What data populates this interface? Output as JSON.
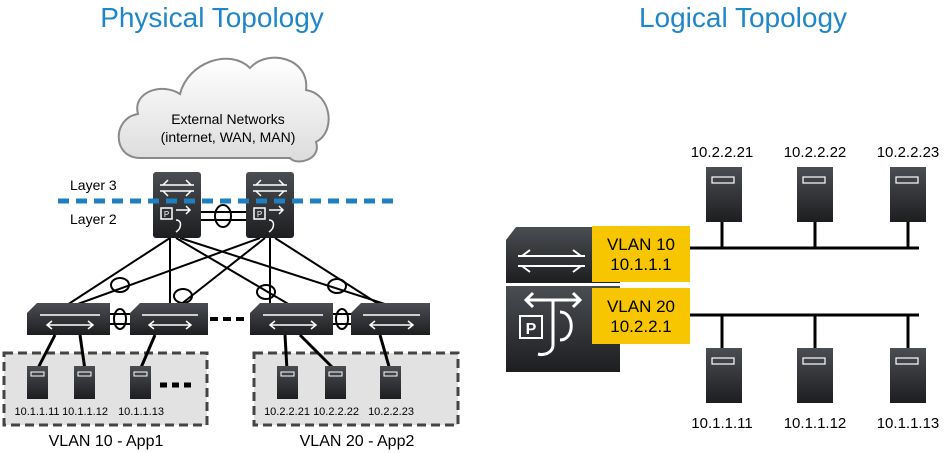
{
  "physical": {
    "title": "Physical Topology",
    "cloud_line1": "External Networks",
    "cloud_line2": "(internet, WAN, MAN)",
    "layer3": "Layer 3",
    "layer2": "Layer 2",
    "vlan10_ips": [
      "10.1.1.11",
      "10.1.1.12",
      "10.1.1.13"
    ],
    "vlan20_ips": [
      "10.2.2.21",
      "10.2.2.22",
      "10.2.2.23"
    ],
    "vlan10_label": "VLAN 10 - App1",
    "vlan20_label": "VLAN 20 - App2"
  },
  "logical": {
    "title": "Logical Topology",
    "top_ips": [
      "10.2.2.21",
      "10.2.2.22",
      "10.2.2.23"
    ],
    "bottom_ips": [
      "10.1.1.11",
      "10.1.1.12",
      "10.1.1.13"
    ],
    "vlan10_name": "VLAN 10",
    "vlan10_ip": "10.1.1.1",
    "vlan20_name": "VLAN 20",
    "vlan20_ip": "10.2.2.1"
  },
  "colors": {
    "title": "#1f86c8",
    "device": "#2b2d30",
    "vlan_box": "#f7c600",
    "dashed_line": "#1f7fc0",
    "zone_fill": "#e2e2e2"
  }
}
